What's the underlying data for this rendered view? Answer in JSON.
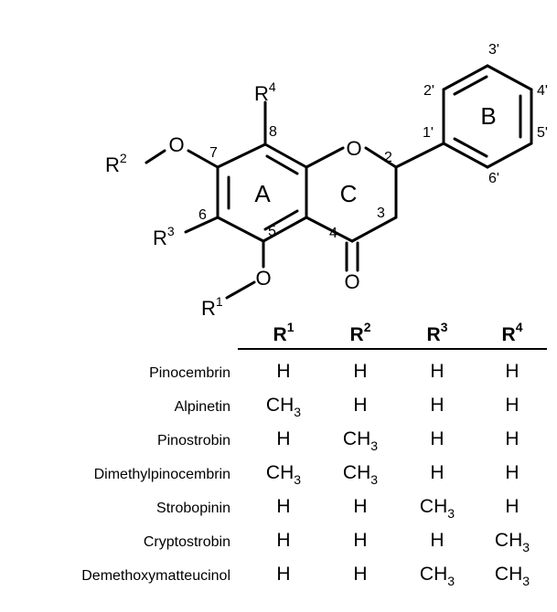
{
  "structure": {
    "atoms": {
      "ring_oxygen": "O",
      "carbonyl_oxygen": "O",
      "oxygen_7": "O",
      "oxygen_5": "O",
      "r_symbol": "R"
    },
    "substituents": {
      "r1": "1",
      "r2": "2",
      "r3": "3",
      "r4": "4"
    },
    "ring_labels": {
      "a": "A",
      "b": "B",
      "c": "C"
    },
    "positions": {
      "p2": "2",
      "p3": "3",
      "p4": "4",
      "p5": "5",
      "p6": "6",
      "p7": "7",
      "p8": "8",
      "p1p": "1'",
      "p2p": "2'",
      "p3p": "3'",
      "p4p": "4'",
      "p5p": "5'",
      "p6p": "6'"
    }
  },
  "table": {
    "headers": [
      {
        "letter": "R",
        "sup": "1"
      },
      {
        "letter": "R",
        "sup": "2"
      },
      {
        "letter": "R",
        "sup": "3"
      },
      {
        "letter": "R",
        "sup": "4"
      }
    ],
    "cell_text": {
      "h": "H",
      "ch": "CH",
      "sub": "3"
    },
    "rows": [
      {
        "name": "Pinocembrin",
        "values": [
          "H",
          "H",
          "H",
          "H"
        ]
      },
      {
        "name": "Alpinetin",
        "values": [
          "CH3",
          "H",
          "H",
          "H"
        ]
      },
      {
        "name": "Pinostrobin",
        "values": [
          "H",
          "CH3",
          "H",
          "H"
        ]
      },
      {
        "name": "Dimethylpinocembrin",
        "values": [
          "CH3",
          "CH3",
          "H",
          "H"
        ]
      },
      {
        "name": "Strobopinin",
        "values": [
          "H",
          "H",
          "CH3",
          "H"
        ]
      },
      {
        "name": "Cryptostrobin",
        "values": [
          "H",
          "H",
          "H",
          "CH3"
        ]
      },
      {
        "name": "Demethoxymatteucinol",
        "values": [
          "H",
          "H",
          "CH3",
          "CH3"
        ]
      }
    ]
  }
}
